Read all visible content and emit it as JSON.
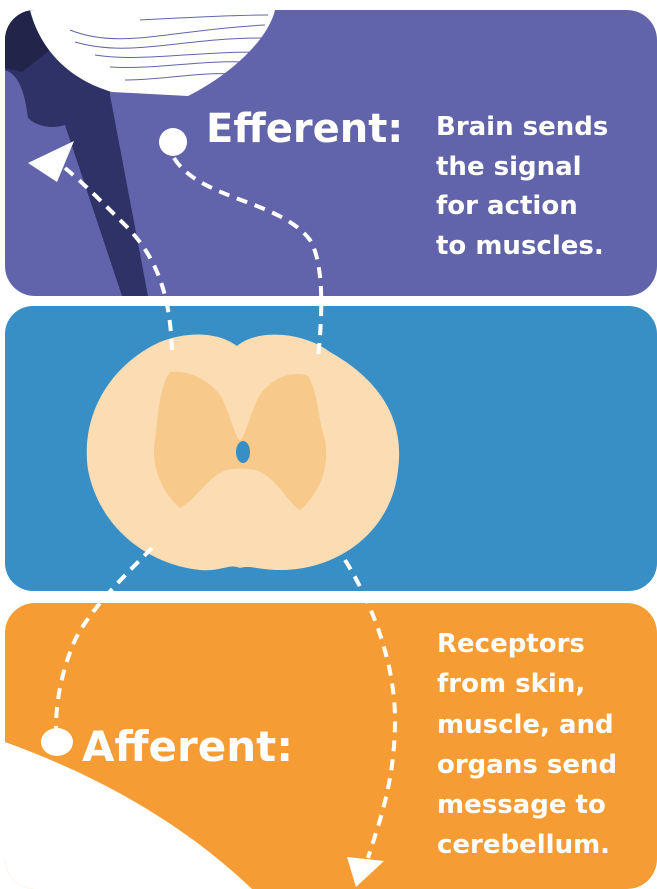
{
  "efferent": {
    "title": "Efferent:",
    "lines": [
      "Brain sends",
      "the signal",
      "for action",
      "to muscles."
    ]
  },
  "afferent": {
    "title": "Afferent:",
    "lines": [
      "Receptors",
      "from skin,",
      "muscle, and",
      "organs send",
      "message to",
      "cerebellum."
    ]
  },
  "colors": {
    "efferent_panel": "#6264ab",
    "spinal_panel": "#378fc6",
    "afferent_panel": "#f59c34",
    "white_matter": "#fbdcb3",
    "gray_matter": "#f7c98a",
    "head_silhouette": "#2e3266"
  }
}
